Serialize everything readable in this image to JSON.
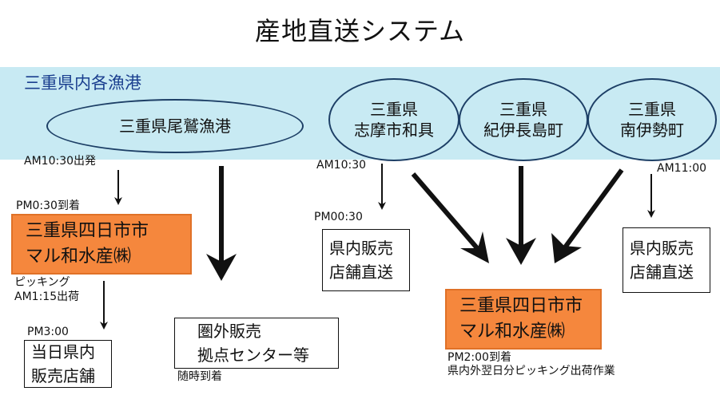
{
  "title": "産地直送システム",
  "band_label": "三重県内各漁港",
  "ports": [
    "三重県尾鷲漁港",
    "三重県\n志摩市和具",
    "三重県\n紀伊長島町",
    "三重県\n南伊勢町"
  ],
  "times": {
    "owase_depart": "AM10:30出発",
    "shima_depart": "AM10:30",
    "minamiise_depart": "AM11:00",
    "yokkaichi_arrive": "PM0:30到着",
    "picking": "ピッキング\nAM1:15出荷",
    "pm3": "PM3:00",
    "pm0030": "PM00:30",
    "anytime": "随時到着",
    "pm2_arrive": "PM2:00到着",
    "next_day": "県内外翌日分ピッキング出荷作業"
  },
  "company_line1": "三重県四日市市",
  "company_line2": "マル和水産㈱",
  "boxes": {
    "same_day_1": "当日県内",
    "same_day_2": "販売店舗",
    "center_1": "圏外販売",
    "center_2": "拠点センター等",
    "direct_1": "県内販売",
    "direct_2": "店舗直送"
  }
}
